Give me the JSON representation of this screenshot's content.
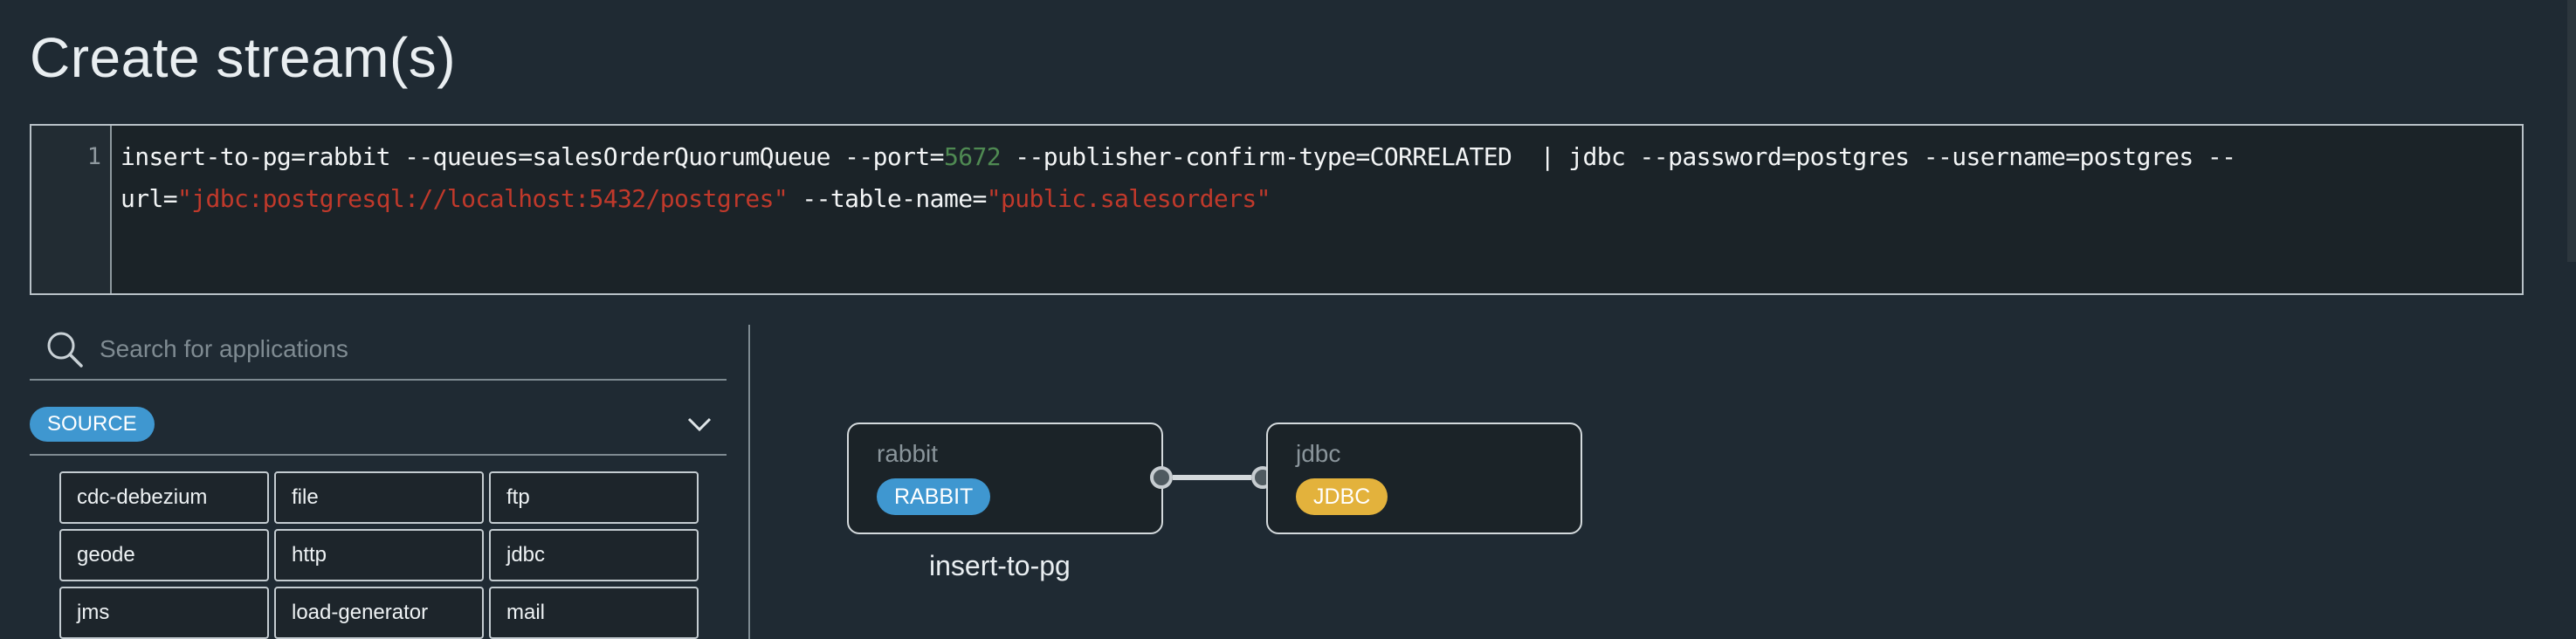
{
  "page": {
    "title": "Create stream(s)"
  },
  "editor": {
    "line_number": "1",
    "tokens": {
      "p1": "insert-to-pg=rabbit --queues=salesOrderQuorumQueue --port=",
      "port": "5672",
      "p2": " --publisher-confirm-type=CORRELATED  | jdbc --password=postgres --username=postgres --",
      "p3": "url=",
      "url": "\"jdbc:postgresql://localhost:5432/postgres\"",
      "p4": " --table-name=",
      "table": "\"public.salesorders\""
    },
    "colors": {
      "number": "#4f8a52",
      "string": "#c0392b"
    }
  },
  "palette": {
    "search": {
      "placeholder": "Search for applications",
      "value": ""
    },
    "group": {
      "label": "SOURCE",
      "color": "#3f97d0"
    },
    "apps": [
      "cdc-debezium",
      "file",
      "ftp",
      "geode",
      "http",
      "jdbc",
      "jms",
      "load-generator",
      "mail"
    ]
  },
  "canvas": {
    "nodes": [
      {
        "name": "rabbit",
        "badge": "RABBIT",
        "badge_color": "#3f97d0"
      },
      {
        "name": "jdbc",
        "badge": "JDBC",
        "badge_color": "#e3b23c"
      }
    ],
    "stream_name": "insert-to-pg"
  }
}
